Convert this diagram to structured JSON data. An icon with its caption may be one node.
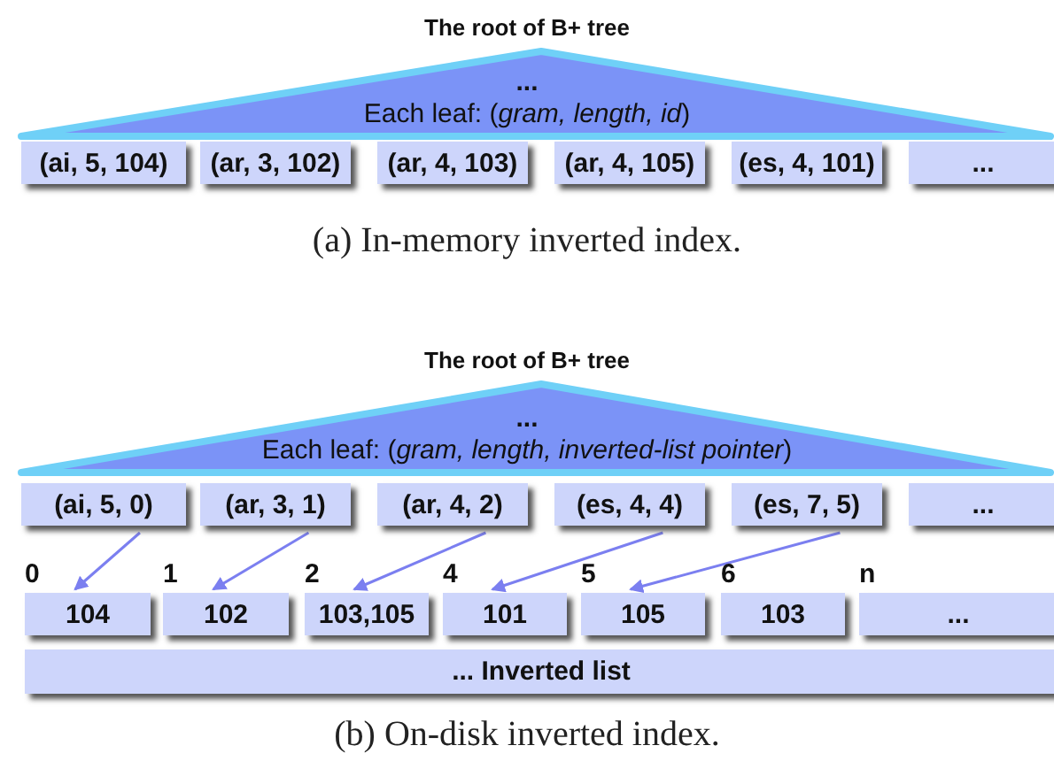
{
  "diagram": {
    "nodes": [
      {
        "text": [
          "The root of B+ tree",
          "...",
          "Each leaf: (*gram, length, id*)"
        ]
      },
      {
        "text": [
          "(ai, 5, 104)"
        ]
      },
      {
        "text": [
          "(ar, 3, 102)"
        ]
      },
      {
        "text": [
          "(ar, 4, 103)"
        ]
      },
      {
        "text": [
          "(ar, 4, 105)"
        ]
      },
      {
        "text": [
          "(es, 4, 101)"
        ]
      },
      {
        "text": [
          "..."
        ]
      },
      {
        "text": [
          "The root of B+ tree",
          "...",
          "Each leaf: (*gram, length, inverted-list pointer*)"
        ]
      },
      {
        "text": [
          "(ai, 5, 0)"
        ]
      },
      {
        "text": [
          "(ar, 3, 1)"
        ]
      },
      {
        "text": [
          "(ar, 4, 2)"
        ]
      },
      {
        "text": [
          "(es, 4, 4)"
        ]
      },
      {
        "text": [
          "(es, 7, 5)"
        ]
      },
      {
        "text": [
          "..."
        ]
      },
      {
        "text": [
          "104"
        ],
        "beside": [
          "0"
        ]
      },
      {
        "text": [
          "102"
        ],
        "beside": [
          "1"
        ]
      },
      {
        "text": [
          "103,105"
        ],
        "beside": [
          "2"
        ]
      },
      {
        "text": [
          "101"
        ],
        "beside": [
          "4"
        ]
      },
      {
        "text": [
          "105"
        ],
        "beside": [
          "5"
        ]
      },
      {
        "text": [
          "103"
        ],
        "beside": [
          "6"
        ]
      },
      {
        "text": [
          "..."
        ],
        "beside": [
          "n"
        ]
      },
      {
        "text": [
          "... Inverted list"
        ]
      }
    ],
    "edges": [
      {
        "from": 8,
        "to": 14,
        "arrow": "to"
      },
      {
        "from": 9,
        "to": 15,
        "arrow": "to"
      },
      {
        "from": 10,
        "to": 16,
        "arrow": "to"
      },
      {
        "from": 11,
        "to": 17,
        "arrow": "to"
      },
      {
        "from": 12,
        "to": 18,
        "arrow": "to"
      }
    ],
    "labels": [
      "(a) In-memory inverted index.",
      "(b) On-disk inverted index."
    ]
  }
}
